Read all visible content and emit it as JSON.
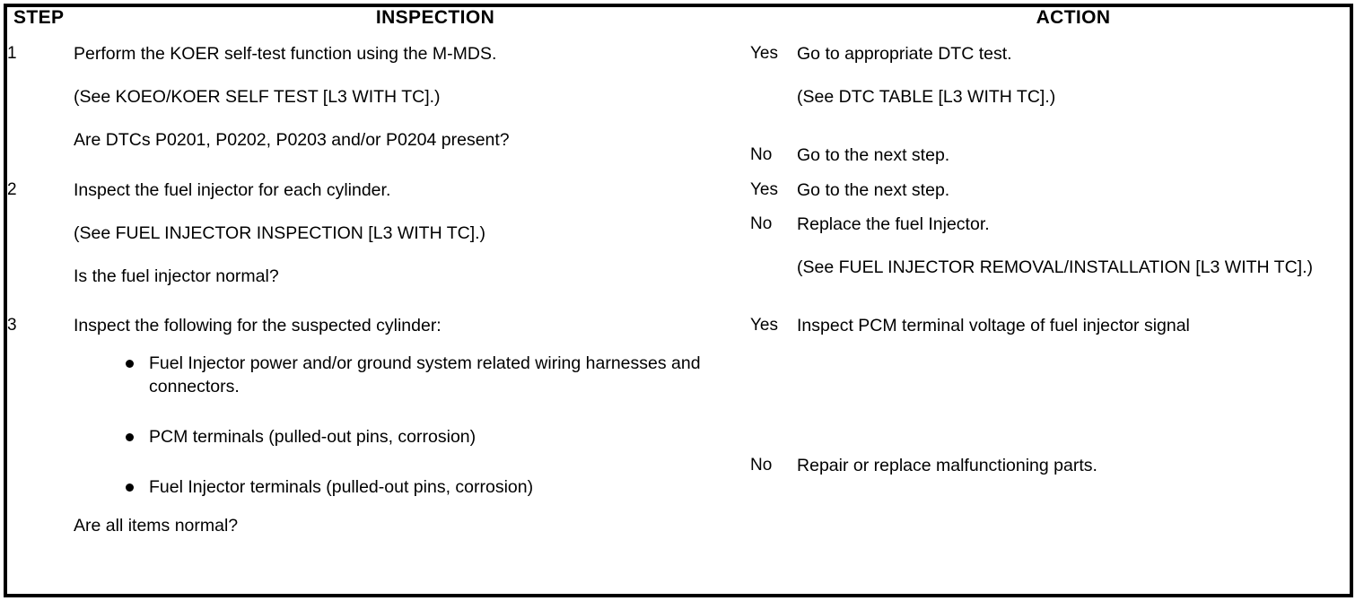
{
  "table": {
    "headers": {
      "step": "STEP",
      "inspection": "INSPECTION",
      "action": "ACTION"
    },
    "rows": [
      {
        "step": "1",
        "inspection": {
          "lines": [
            "Perform the KOER self-test function using the M-MDS.",
            "(See KOEO/KOER SELF TEST [L3 WITH TC].)",
            "Are DTCs P0201, P0202, P0203 and/or P0204 present?"
          ]
        },
        "actions": [
          {
            "result": "Yes",
            "lines": [
              "Go to appropriate DTC test.",
              "(See DTC TABLE [L3 WITH TC].)"
            ]
          },
          {
            "result": "No",
            "lines": [
              "Go to the next step."
            ]
          }
        ]
      },
      {
        "step": "2",
        "inspection": {
          "lines": [
            "Inspect the fuel injector for each cylinder.",
            "(See FUEL INJECTOR INSPECTION [L3 WITH TC].)",
            "Is the fuel injector normal?"
          ]
        },
        "actions": [
          {
            "result": "Yes",
            "lines": [
              "Go to the next step."
            ]
          },
          {
            "result": "No",
            "lines": [
              "Replace the fuel Injector.",
              "(See FUEL INJECTOR REMOVAL/INSTALLATION [L3 WITH TC].)"
            ]
          }
        ]
      },
      {
        "step": "3",
        "inspection": {
          "intro": "Inspect the following for the suspected cylinder:",
          "bullets": [
            "Fuel Injector power and/or ground system related wiring harnesses and connectors.",
            "PCM terminals (pulled-out pins, corrosion)",
            "Fuel Injector terminals (pulled-out pins, corrosion)"
          ],
          "outro": "Are all items normal?"
        },
        "actions": [
          {
            "result": "Yes",
            "lines": [
              "Inspect PCM terminal voltage of fuel injector signal"
            ]
          },
          {
            "result": "No",
            "lines": [
              "Repair or replace malfunctioning parts."
            ]
          }
        ]
      }
    ]
  },
  "colors": {
    "border": "#000000",
    "text": "#000000",
    "background": "#ffffff"
  }
}
